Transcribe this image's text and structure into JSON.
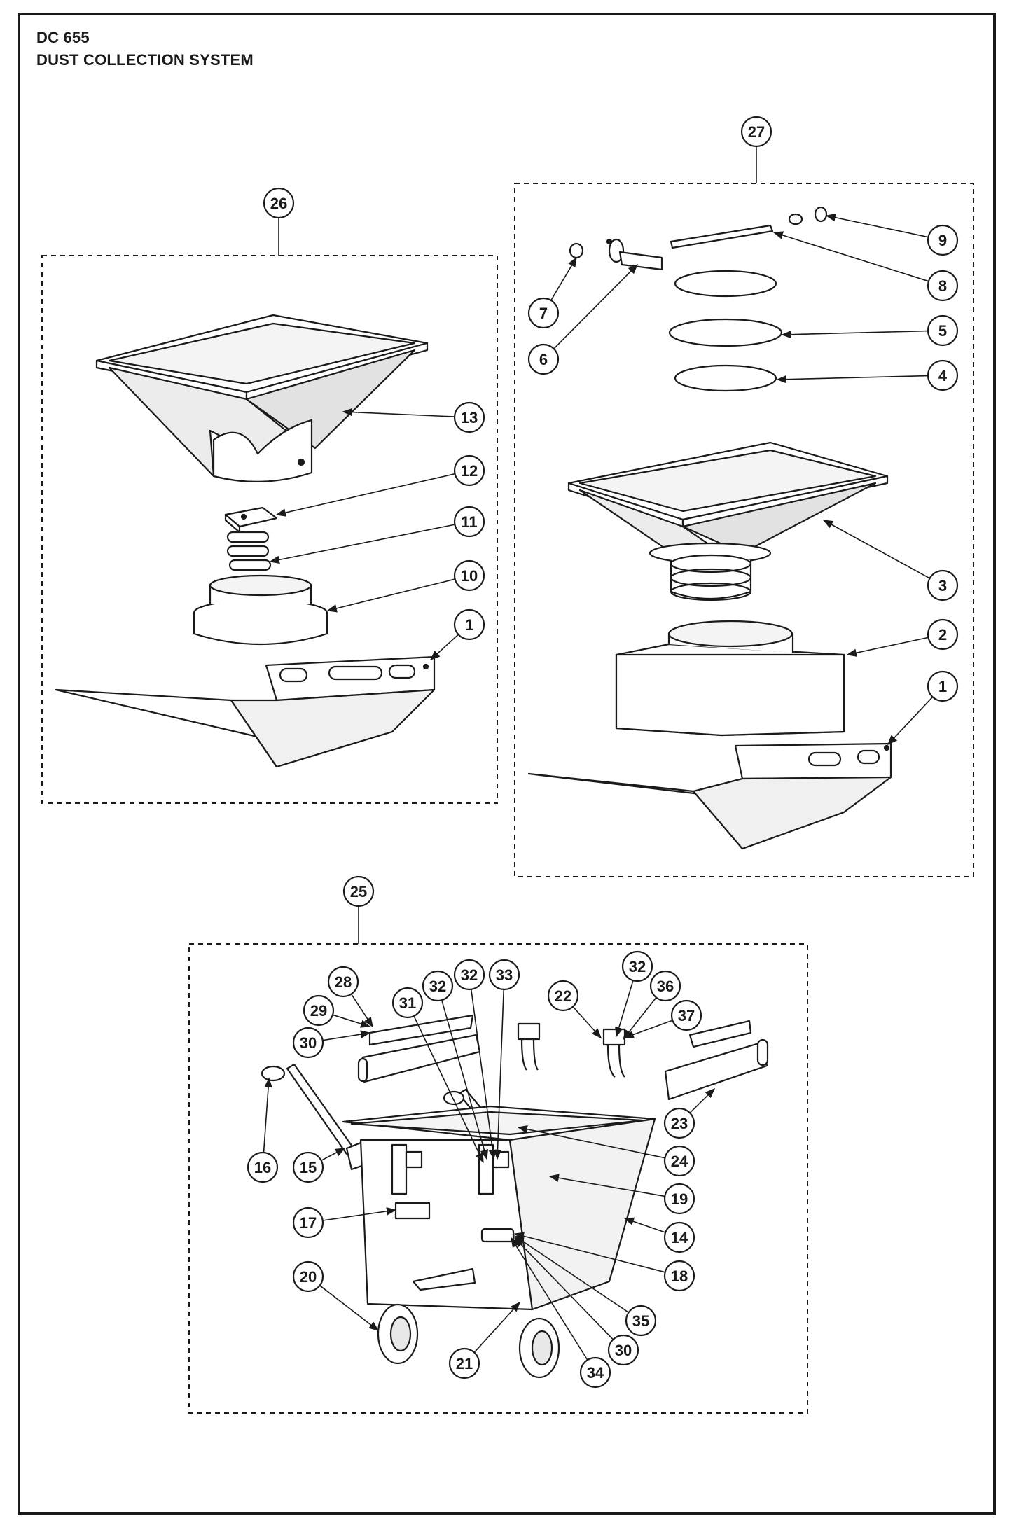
{
  "title": {
    "model": "DC 655",
    "name": "DUST COLLECTION SYSTEM"
  },
  "assemblies": [
    {
      "id": "26",
      "label": "26"
    },
    {
      "id": "27",
      "label": "27"
    },
    {
      "id": "25",
      "label": "25"
    }
  ],
  "callouts": {
    "a26": [
      "13",
      "12",
      "11",
      "10",
      "1"
    ],
    "a27": [
      "9",
      "8",
      "7",
      "6",
      "5",
      "4",
      "3",
      "2",
      "1"
    ],
    "a25": [
      "28",
      "29",
      "30",
      "31",
      "32",
      "32",
      "33",
      "22",
      "32",
      "36",
      "37",
      "16",
      "15",
      "23",
      "24",
      "19",
      "17",
      "14",
      "18",
      "20",
      "35",
      "30",
      "21",
      "34"
    ]
  },
  "colors": {
    "ink": "#1a1a1a",
    "paper": "#ffffff",
    "panel": "#f2f2f2"
  }
}
